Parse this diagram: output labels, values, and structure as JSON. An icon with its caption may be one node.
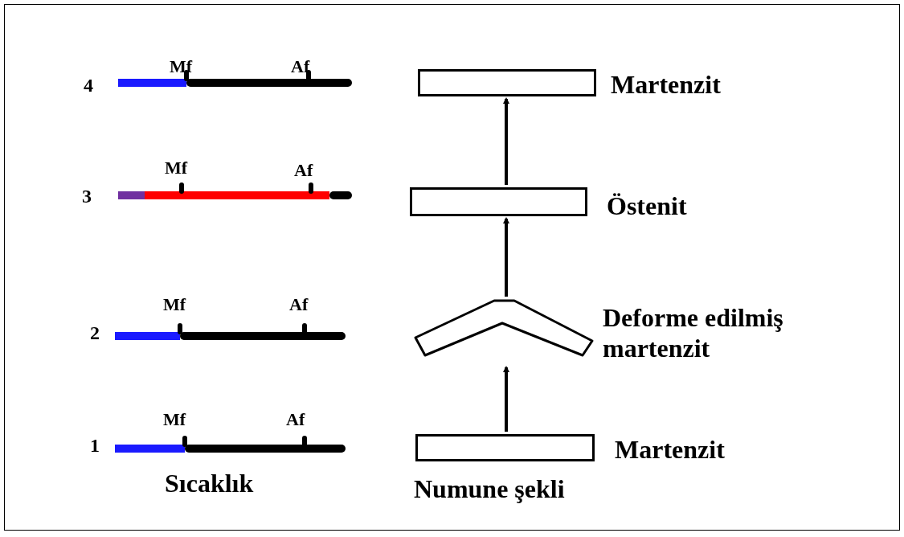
{
  "diagram": {
    "nodes": [
      {
        "text": [
          "Martenzit"
        ]
      },
      {
        "text": [
          "Östenit"
        ]
      },
      {
        "text": [
          "Deforme edilmiş martenzit"
        ]
      },
      {
        "text": [
          "Martenzit"
        ]
      }
    ],
    "edges": [
      {
        "from": 3,
        "to": 2,
        "arrow": "to"
      },
      {
        "from": 2,
        "to": 1,
        "arrow": "to"
      },
      {
        "from": 1,
        "to": 0,
        "arrow": "to"
      }
    ],
    "labels": [
      "Mf",
      "Af",
      "4",
      "Mf",
      "Af",
      "3",
      "Mf",
      "Af",
      "2",
      "Mf",
      "Af",
      "1",
      "Sıcaklık",
      "Numune şekli"
    ]
  }
}
